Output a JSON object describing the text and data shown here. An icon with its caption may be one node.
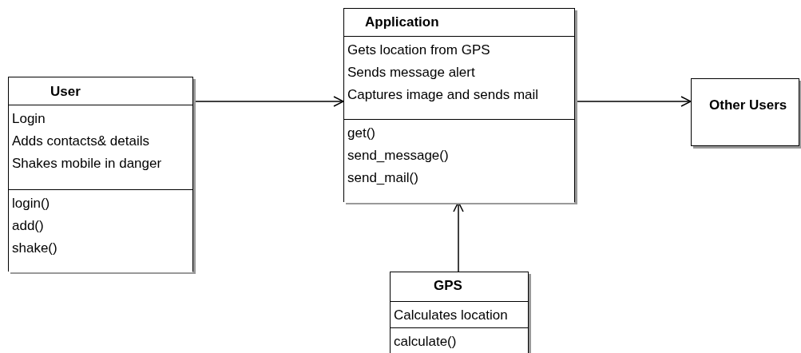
{
  "diagram": {
    "nodes": [
      {
        "text": [
          "User"
        ]
      },
      {
        "text": [
          "Login",
          "Adds contacts& details",
          "Shakes mobile in danger"
        ],
        "in": 0
      },
      {
        "text": [
          "login()",
          "add()",
          "shake()"
        ],
        "in": 0
      },
      {
        "text": [
          "Application"
        ]
      },
      {
        "text": [
          "Gets location from GPS",
          "Sends message alert",
          "Captures image and sends mail"
        ],
        "in": 3
      },
      {
        "text": [
          "get()",
          "send_message()",
          "send_mail()"
        ],
        "in": 3
      },
      {
        "text": [
          "Other Users"
        ]
      },
      {
        "text": [
          "GPS"
        ]
      },
      {
        "text": [
          "Calculates location"
        ],
        "in": 7
      },
      {
        "text": [
          "calculate()"
        ],
        "in": 7
      }
    ],
    "edges": [
      {
        "from": 0,
        "to": 3,
        "arrow": "to"
      },
      {
        "from": 3,
        "to": 6,
        "arrow": "to"
      },
      {
        "from": 7,
        "to": 3,
        "arrow": "to"
      }
    ]
  }
}
